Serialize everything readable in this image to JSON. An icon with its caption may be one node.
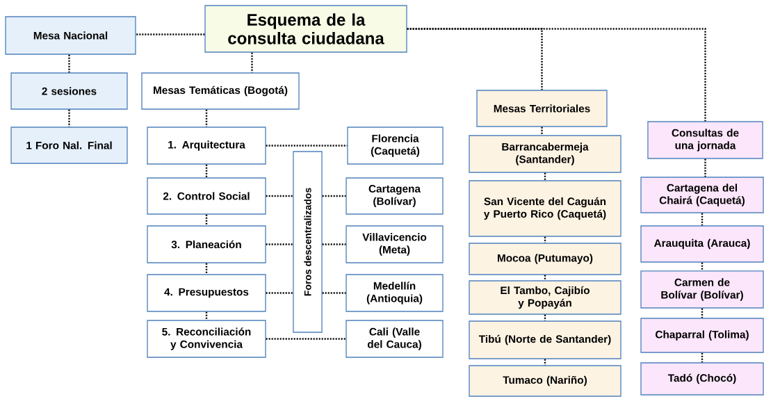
{
  "diagram": {
    "nodes": [
      {
        "text": [
          "Esquema de la consulta ciudadana"
        ]
      },
      {
        "text": [
          "Mesa Nacional"
        ]
      },
      {
        "text": [
          "2 sesiones"
        ]
      },
      {
        "text": [
          "1 Foro Nal. Final"
        ]
      },
      {
        "text": [
          "Mesas Temáticas (Bogotá)"
        ]
      },
      {
        "text": [
          "1. Arquitectura"
        ]
      },
      {
        "text": [
          "2. Control Social"
        ]
      },
      {
        "text": [
          "3. Planeación"
        ]
      },
      {
        "text": [
          "4. Presupuestos"
        ]
      },
      {
        "text": [
          "5. Reconciliación y Convivencia"
        ]
      },
      {
        "text": [
          "Foros descentralizados"
        ]
      },
      {
        "text": [
          "Florencia (Caquetá)"
        ]
      },
      {
        "text": [
          "Cartagena (Bolívar)"
        ]
      },
      {
        "text": [
          "Villavicencio (Meta)"
        ]
      },
      {
        "text": [
          "Medellín (Antioquia)"
        ]
      },
      {
        "text": [
          "Cali (Valle del Cauca)"
        ]
      },
      {
        "text": [
          "Mesas Territoriales"
        ]
      },
      {
        "text": [
          "Barrancabermeja (Santander)"
        ]
      },
      {
        "text": [
          "San Vicente del Caguán y Puerto Rico (Caquetá)"
        ]
      },
      {
        "text": [
          "Mocoa (Putumayo)"
        ]
      },
      {
        "text": [
          "El Tambo, Cajibío y Popayán"
        ]
      },
      {
        "text": [
          "Tibú (Norte de Santander)"
        ]
      },
      {
        "text": [
          "Tumaco (Nariño)"
        ]
      },
      {
        "text": [
          "Consultas de una jornada"
        ]
      },
      {
        "text": [
          "Cartagena del Chairá (Caquetá)"
        ]
      },
      {
        "text": [
          "Arauquita (Arauca)"
        ]
      },
      {
        "text": [
          "Carmen de Bolívar (Bolívar)"
        ]
      },
      {
        "text": [
          "Chaparral (Tolima)"
        ]
      },
      {
        "text": [
          "Tadó (Chocó)"
        ]
      }
    ],
    "edges": [
      {
        "from": 0,
        "to": 1,
        "arrow": "none"
      },
      {
        "from": 1,
        "to": 2,
        "arrow": "none"
      },
      {
        "from": 2,
        "to": 3,
        "arrow": "none"
      },
      {
        "from": 0,
        "to": 4,
        "arrow": "none"
      },
      {
        "from": 4,
        "to": 5,
        "arrow": "none"
      },
      {
        "from": 5,
        "to": 6,
        "arrow": "none"
      },
      {
        "from": 6,
        "to": 7,
        "arrow": "none"
      },
      {
        "from": 7,
        "to": 8,
        "arrow": "none"
      },
      {
        "from": 8,
        "to": 9,
        "arrow": "none"
      },
      {
        "from": 5,
        "to": 11,
        "arrow": "none"
      },
      {
        "from": 6,
        "to": 10,
        "arrow": "none"
      },
      {
        "from": 10,
        "to": 12,
        "arrow": "none"
      },
      {
        "from": 7,
        "to": 10,
        "arrow": "none"
      },
      {
        "from": 10,
        "to": 13,
        "arrow": "none"
      },
      {
        "from": 8,
        "to": 10,
        "arrow": "none"
      },
      {
        "from": 10,
        "to": 14,
        "arrow": "none"
      },
      {
        "from": 9,
        "to": 15,
        "arrow": "none"
      },
      {
        "from": 0,
        "to": 16,
        "arrow": "none"
      },
      {
        "from": 0,
        "to": 23,
        "arrow": "none"
      },
      {
        "from": 16,
        "to": 17,
        "arrow": "none"
      },
      {
        "from": 17,
        "to": 18,
        "arrow": "none"
      },
      {
        "from": 18,
        "to": 19,
        "arrow": "none"
      },
      {
        "from": 19,
        "to": 20,
        "arrow": "none"
      },
      {
        "from": 20,
        "to": 21,
        "arrow": "none"
      },
      {
        "from": 21,
        "to": 22,
        "arrow": "none"
      },
      {
        "from": 23,
        "to": 24,
        "arrow": "none"
      },
      {
        "from": 24,
        "to": 25,
        "arrow": "none"
      },
      {
        "from": 25,
        "to": 26,
        "arrow": "none"
      },
      {
        "from": 26,
        "to": 27,
        "arrow": "none"
      },
      {
        "from": 27,
        "to": 28,
        "arrow": "none"
      }
    ]
  }
}
